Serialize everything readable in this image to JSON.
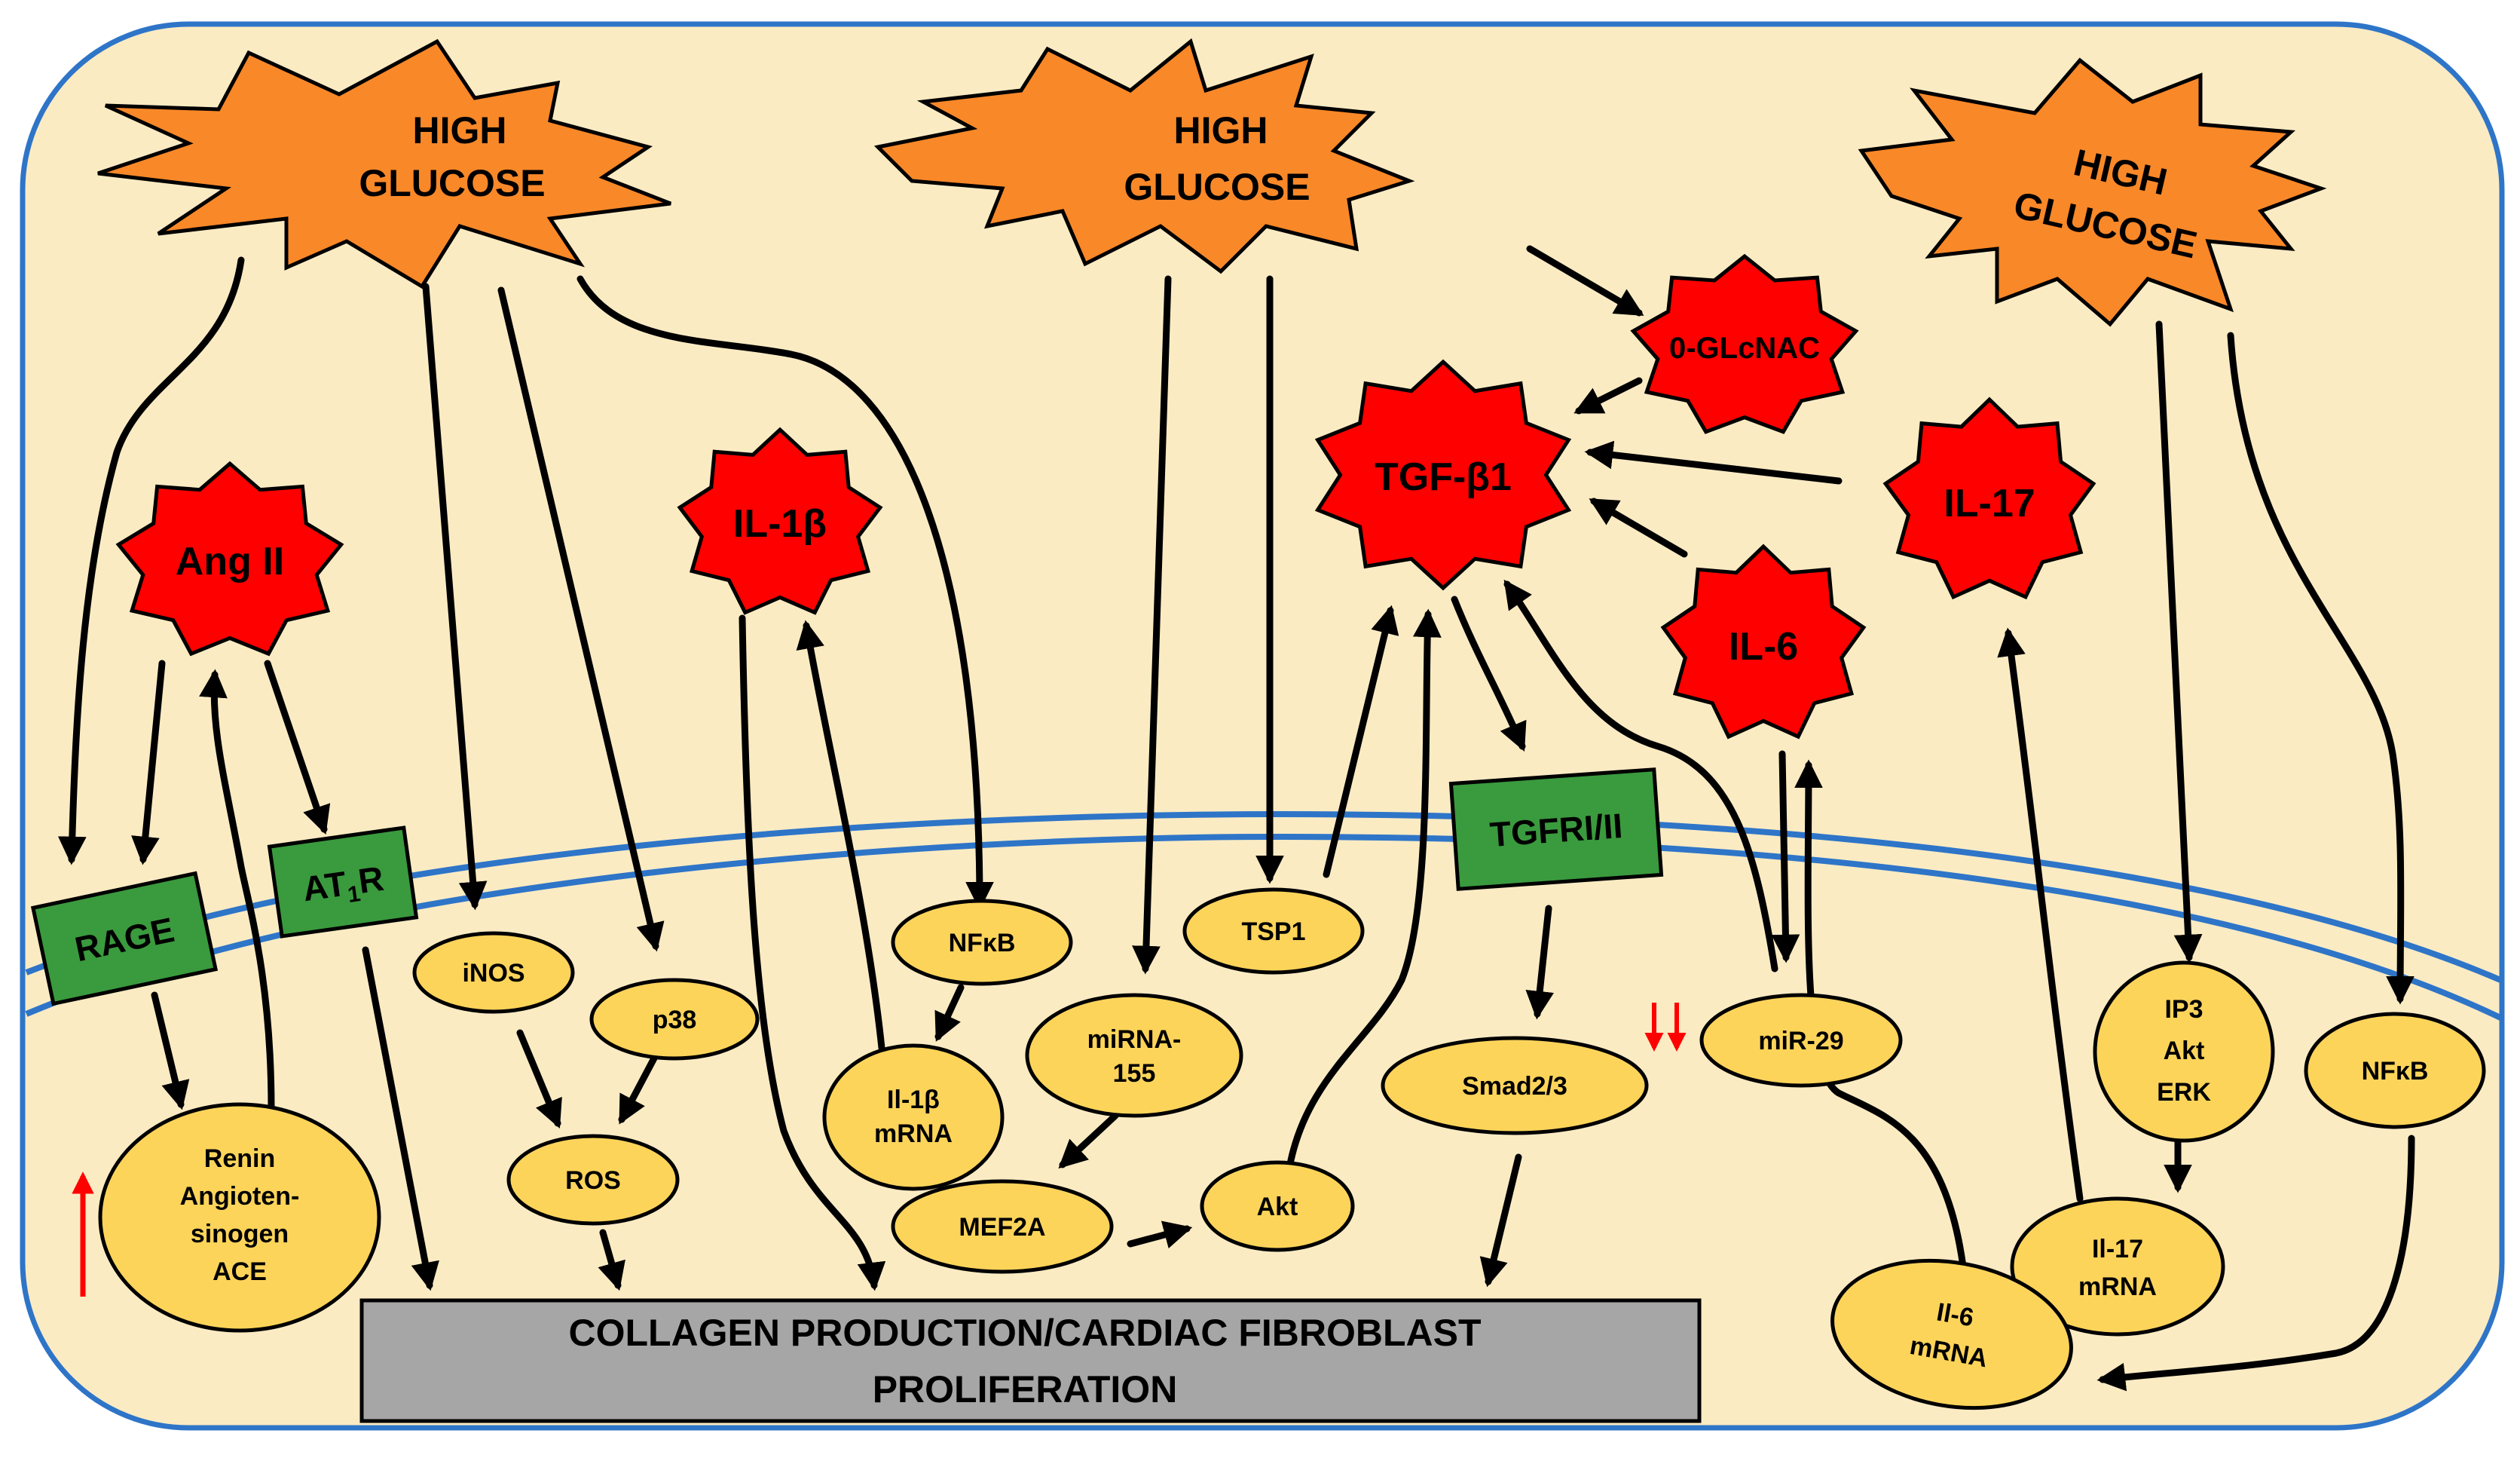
{
  "stimuli": {
    "left": [
      "HIGH",
      "GLUCOSE"
    ],
    "middle": [
      "HIGH",
      "GLUCOSE"
    ],
    "right": [
      "HIGH",
      "GLUCOSE"
    ]
  },
  "cytokines": {
    "ang2": "Ang II",
    "il1b": "IL-1β",
    "ogl": "0-GLcNAC",
    "tgfb1": "TGF-β1",
    "il17": "IL-17",
    "il6": "IL-6"
  },
  "receptors": {
    "rage": "RAGE",
    "at1r_main": "AT",
    "at1r_sub": "1",
    "at1r_tail": "R",
    "tgfr": "TGFRI/II"
  },
  "molecules": {
    "inos": "iNOS",
    "p38": "p38",
    "nfkb_left": "NFκB",
    "tsp1": "TSP1",
    "mir29": "miR-29",
    "smad": "Smad2/3",
    "mirna155": [
      "miRNA-",
      "155"
    ],
    "il1b_mrna": [
      "Il-1β",
      "mRNA"
    ],
    "ros": "ROS",
    "mef2a": "MEF2A",
    "akt": "Akt",
    "renin": [
      "Renin",
      "Angioten-",
      "sinogen",
      "ACE"
    ],
    "ip3": [
      "IP3",
      "Akt",
      "ERK"
    ],
    "nfkb_right": "NFκB",
    "il17_mrna": [
      "Il-17",
      "mRNA"
    ],
    "il6_mrna": [
      "Il-6",
      "mRNA"
    ]
  },
  "output": [
    "COLLAGEN PRODUCTION/CARDIAC FIBROBLAST",
    "PROLIFERATION"
  ],
  "colors": {
    "cell_fill": "#FBEBC3",
    "cell_border": "#2E75C8",
    "membrane": "#2E75C8",
    "burst": "#F98828",
    "cytokine": "#FF0000",
    "receptor": "#3A9A3E",
    "molecule": "#FDD45A",
    "output_box": "#A6A6A6",
    "increase_arrow": "#FF0000"
  }
}
